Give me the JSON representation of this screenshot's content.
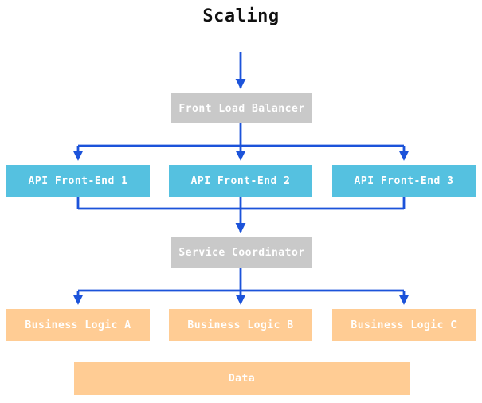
{
  "diagram": {
    "title": "Scaling",
    "nodes": {
      "front_load_balancer": {
        "label": "Front Load Balancer",
        "type": "gray"
      },
      "api_front_end_1": {
        "label": "API Front-End 1",
        "type": "cyan"
      },
      "api_front_end_2": {
        "label": "API Front-End 2",
        "type": "cyan"
      },
      "api_front_end_3": {
        "label": "API Front-End 3",
        "type": "cyan"
      },
      "service_coordinator": {
        "label": "Service Coordinator",
        "type": "gray"
      },
      "business_logic_a": {
        "label": "Business Logic A",
        "type": "orange"
      },
      "business_logic_b": {
        "label": "Business Logic B",
        "type": "orange"
      },
      "business_logic_c": {
        "label": "Business Logic C",
        "type": "orange"
      },
      "data_store": {
        "label": "Data",
        "type": "orange"
      }
    },
    "edges": [
      {
        "from": "entry",
        "to": "front_load_balancer"
      },
      {
        "from": "front_load_balancer",
        "to": "api_front_end_1"
      },
      {
        "from": "front_load_balancer",
        "to": "api_front_end_2"
      },
      {
        "from": "front_load_balancer",
        "to": "api_front_end_3"
      },
      {
        "from": "api_front_end_1",
        "to": "service_coordinator"
      },
      {
        "from": "api_front_end_2",
        "to": "service_coordinator"
      },
      {
        "from": "api_front_end_3",
        "to": "service_coordinator"
      },
      {
        "from": "service_coordinator",
        "to": "business_logic_a"
      },
      {
        "from": "service_coordinator",
        "to": "business_logic_b"
      },
      {
        "from": "service_coordinator",
        "to": "business_logic_c"
      }
    ],
    "colors": {
      "gray_node": "#c9c9c9",
      "cyan_node": "#55c1e0",
      "orange_node": "#ffcc94",
      "arrow": "#1c53da",
      "node_text": "#ffffff",
      "title_text": "#111111",
      "background": "#ffffff"
    }
  }
}
